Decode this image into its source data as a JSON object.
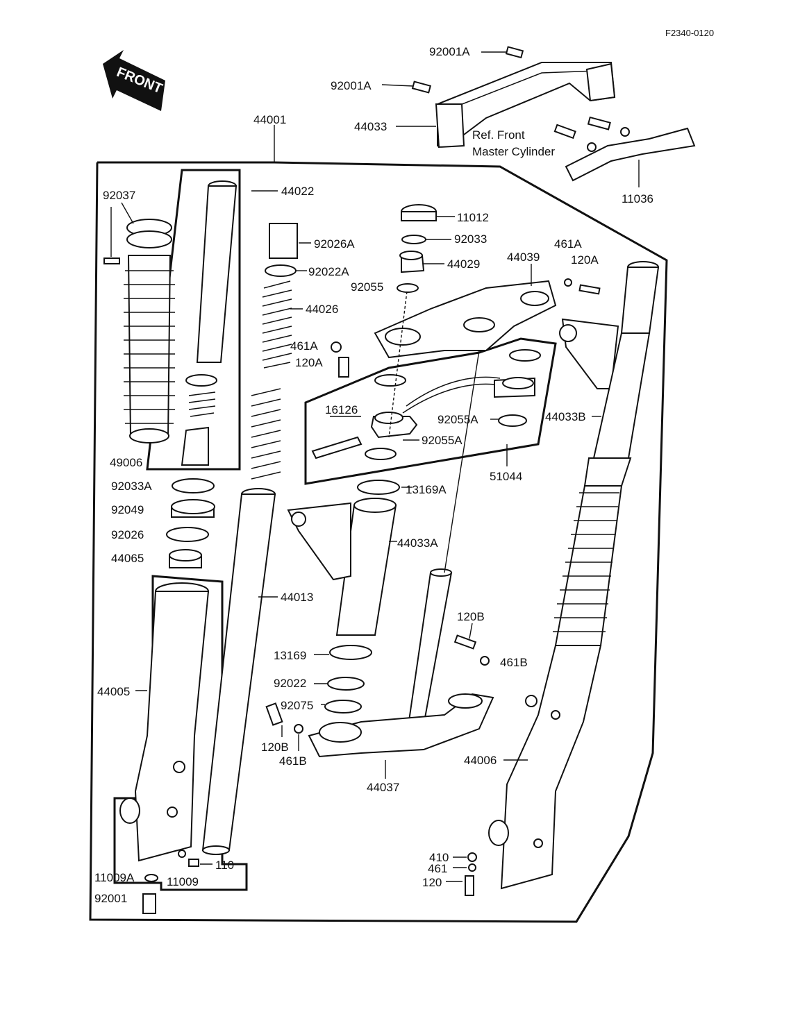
{
  "diagram_id": "F2340-0120",
  "front_arrow": "FRONT",
  "reference_note": {
    "line1": "Ref. Front",
    "line2": "Master Cylinder"
  },
  "labels": {
    "l44001": "44001",
    "l92001A_top": "92001A",
    "l92001A_mid": "92001A",
    "l44033": "44033",
    "l11036": "11036",
    "l92037": "92037",
    "l44022": "44022",
    "l92026A": "92026A",
    "l92022A": "92022A",
    "l44026": "44026",
    "l11012": "11012",
    "l92033": "92033",
    "l44029": "44029",
    "l92055": "92055",
    "l44039": "44039",
    "l461A_top": "461A",
    "l120A_top": "120A",
    "l461A_mid": "461A",
    "l120A_mid": "120A",
    "l16126": "16126",
    "l92055A_1": "92055A",
    "l92055A_2": "92055A",
    "l44033B": "44033B",
    "l51044": "51044",
    "l49006": "49006",
    "l92033A": "92033A",
    "l13169A": "13169A",
    "l92049": "92049",
    "l44033A": "44033A",
    "l92026": "92026",
    "l44065": "44065",
    "l44013": "44013",
    "l120B_right": "120B",
    "l461B_right": "461B",
    "l13169": "13169",
    "l92022": "92022",
    "l44005": "44005",
    "l92075": "92075",
    "l120B_left": "120B",
    "l461B_left": "461B",
    "l44037": "44037",
    "l44006": "44006",
    "l110": "110",
    "l11009A": "11009A",
    "l11009": "11009",
    "l92001": "92001",
    "l410": "410",
    "l461": "461",
    "l120": "120"
  }
}
